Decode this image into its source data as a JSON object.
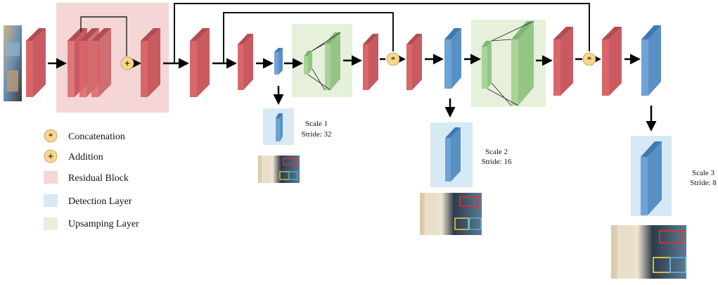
{
  "legend": {
    "concatenation": "Concatenation",
    "addition": "Addition",
    "residual_block": "Residual Block",
    "detection_layer": "Detection Layer",
    "upsampling_layer": "Upsamping Layer"
  },
  "scales": [
    {
      "name": "Scale 1",
      "stride": "Stride: 32"
    },
    {
      "name": "Scale 2",
      "stride": "Stride: 16"
    },
    {
      "name": "Scale 3",
      "stride": "Stride: 8"
    }
  ],
  "symbols": {
    "concat": "*",
    "add": "+"
  },
  "colors": {
    "red_block": "#d9676a",
    "blue_block": "#6fa3d6",
    "green_block": "#a9d39a",
    "residual_bg": "#f4d6d6",
    "detection_bg": "#d6e9f5",
    "upsampling_bg": "#e6f0da",
    "operator_fill": "#f8d78a"
  }
}
